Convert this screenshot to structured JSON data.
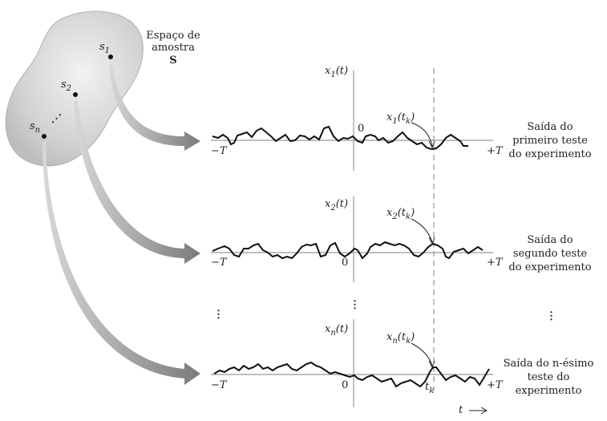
{
  "sample_space": {
    "label_line1": "Espaço de",
    "label_line2": "amostra",
    "symbol": "S",
    "points": [
      {
        "name": "s",
        "sub": "1"
      },
      {
        "name": "s",
        "sub": "2"
      },
      {
        "name": "s",
        "sub": "n"
      }
    ],
    "dots": "⋰"
  },
  "traces": [
    {
      "axis_label": "x",
      "axis_sub": "1",
      "axis_arg": "(t)",
      "point_label": "x",
      "point_sub": "1",
      "point_arg": "(t",
      "point_arg_sub": "k",
      "point_close": ")",
      "origin": "0",
      "neg_T": "−T",
      "pos_T": "+T",
      "caption": [
        "Saída do",
        "primeiro teste",
        "do experimento"
      ]
    },
    {
      "axis_label": "x",
      "axis_sub": "2",
      "axis_arg": "(t)",
      "point_label": "x",
      "point_sub": "2",
      "point_arg": "(t",
      "point_arg_sub": "k",
      "point_close": ")",
      "origin": "0",
      "neg_T": "−T",
      "pos_T": "+T",
      "caption": [
        "Saída do",
        "segundo teste",
        "do experimento"
      ]
    },
    {
      "axis_label": "x",
      "axis_sub": "n",
      "axis_arg": "(t)",
      "point_label": "x",
      "point_sub": "n",
      "point_arg": "(t",
      "point_arg_sub": "k",
      "point_close": ")",
      "origin": "0",
      "neg_T": "−T",
      "pos_T": "+T",
      "caption": [
        "Saída do n-ésimo",
        "teste do",
        "experimento"
      ]
    }
  ],
  "tk_label": "t",
  "tk_sub": "k",
  "time_axis": "t",
  "vdots": "⋮"
}
